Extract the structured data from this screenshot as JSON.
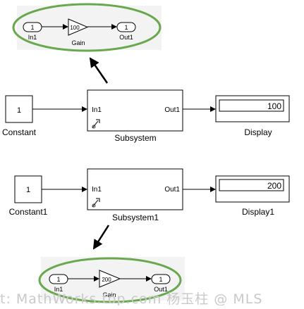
{
  "top_inset": {
    "in_port": {
      "number": "1",
      "label": "In1"
    },
    "gain_block": {
      "value": "100",
      "label": "Gain"
    },
    "out_port": {
      "number": "1",
      "label": "Out1"
    }
  },
  "row1": {
    "constant": {
      "value": "1",
      "label": "Constant"
    },
    "subsystem": {
      "in_label": "In1",
      "out_label": "Out1",
      "label": "Subsystem"
    },
    "display": {
      "value": "100",
      "label": "Display"
    }
  },
  "row2": {
    "constant": {
      "value": "1",
      "label": "Constant1"
    },
    "subsystem": {
      "in_label": "In1",
      "out_label": "Out1",
      "label": "Subsystem1"
    },
    "display": {
      "value": "200",
      "label": "Display1"
    }
  },
  "bottom_inset": {
    "in_port": {
      "number": "1",
      "label": "In1"
    },
    "gain_block": {
      "value": "200",
      "label": "Gain"
    },
    "out_port": {
      "number": "1",
      "label": "Out1"
    }
  },
  "watermark": {
    "text": "t: MathWorks.top.com  杨玉柱 @ MLS"
  },
  "colors": {
    "highlight_ellipse": "#6aa84f",
    "inset_background": "#f3f3f3",
    "block_border": "#000000"
  }
}
